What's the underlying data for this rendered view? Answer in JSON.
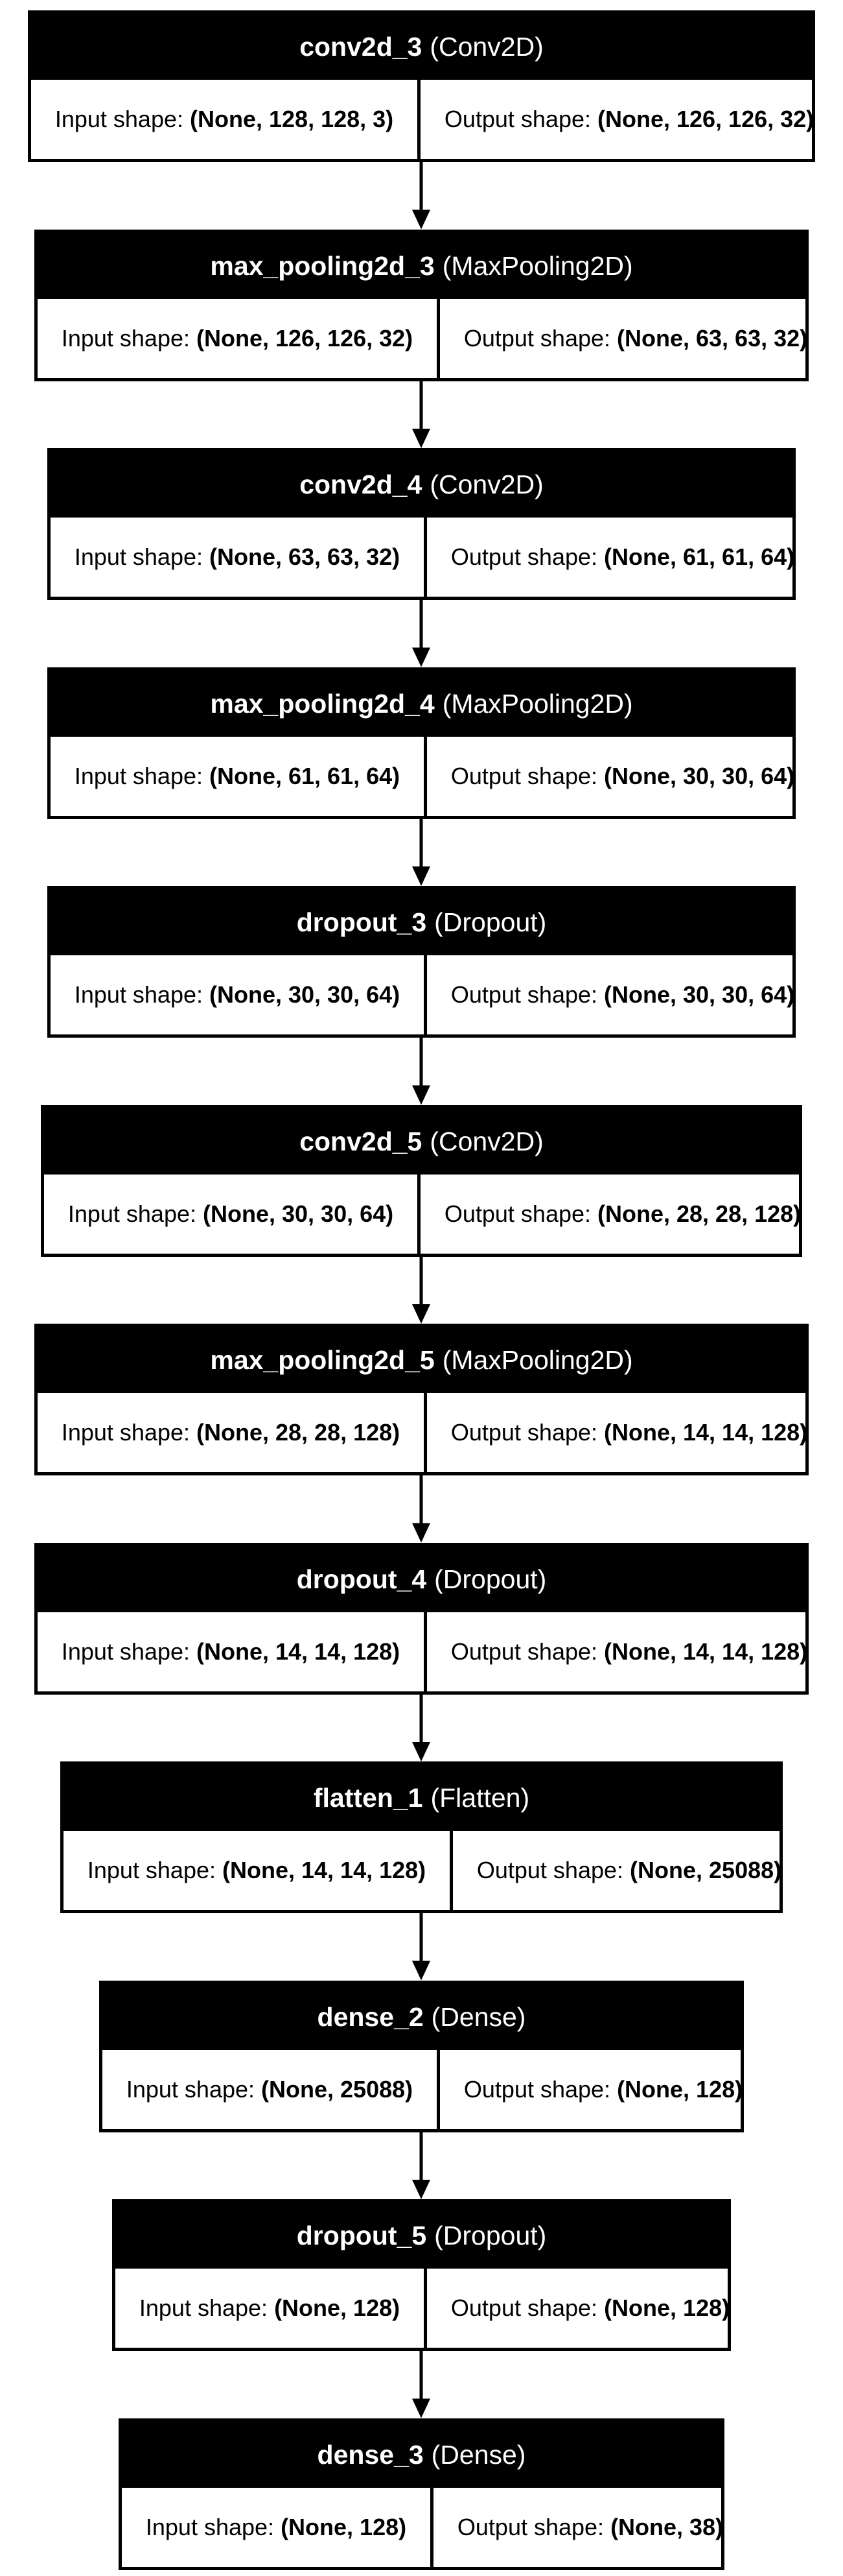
{
  "diagram": {
    "labels": {
      "input": "Input shape:",
      "output": "Output shape:"
    },
    "layers": [
      {
        "name": "conv2d_3",
        "type": "(Conv2D)",
        "input": "(None, 128, 128, 3)",
        "output": "(None, 126, 126, 32)"
      },
      {
        "name": "max_pooling2d_3",
        "type": "(MaxPooling2D)",
        "input": "(None, 126, 126, 32)",
        "output": "(None, 63, 63, 32)"
      },
      {
        "name": "conv2d_4",
        "type": "(Conv2D)",
        "input": "(None, 63, 63, 32)",
        "output": "(None, 61, 61, 64)"
      },
      {
        "name": "max_pooling2d_4",
        "type": "(MaxPooling2D)",
        "input": "(None, 61, 61, 64)",
        "output": "(None, 30, 30, 64)"
      },
      {
        "name": "dropout_3",
        "type": "(Dropout)",
        "input": "(None, 30, 30, 64)",
        "output": "(None, 30, 30, 64)"
      },
      {
        "name": "conv2d_5",
        "type": "(Conv2D)",
        "input": "(None, 30, 30, 64)",
        "output": "(None, 28, 28, 128)"
      },
      {
        "name": "max_pooling2d_5",
        "type": "(MaxPooling2D)",
        "input": "(None, 28, 28, 128)",
        "output": "(None, 14, 14, 128)"
      },
      {
        "name": "dropout_4",
        "type": "(Dropout)",
        "input": "(None, 14, 14, 128)",
        "output": "(None, 14, 14, 128)"
      },
      {
        "name": "flatten_1",
        "type": "(Flatten)",
        "input": "(None, 14, 14, 128)",
        "output": "(None, 25088)"
      },
      {
        "name": "dense_2",
        "type": "(Dense)",
        "input": "(None, 25088)",
        "output": "(None, 128)"
      },
      {
        "name": "dropout_5",
        "type": "(Dropout)",
        "input": "(None, 128)",
        "output": "(None, 128)"
      },
      {
        "name": "dense_3",
        "type": "(Dense)",
        "input": "(None, 128)",
        "output": "(None, 38)"
      }
    ]
  }
}
